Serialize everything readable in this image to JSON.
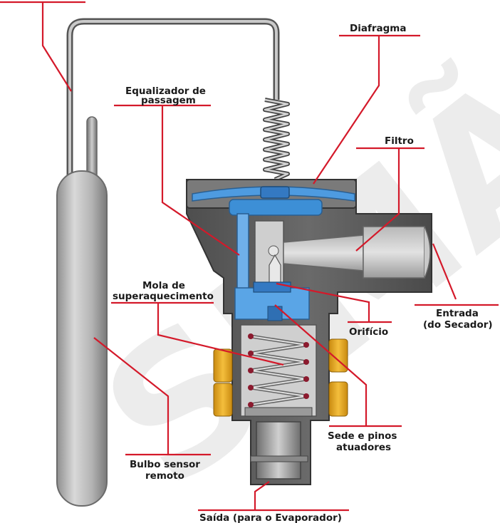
{
  "labels": {
    "diafragma": "Diafragma",
    "equalizador_line1": "Equalizador de",
    "equalizador_line2": "passagem",
    "filtro": "Filtro",
    "mola_line1": "Mola de",
    "mola_line2": "superaquecimento",
    "entrada_line1": "Entrada",
    "entrada_line2": "(do Secador)",
    "orificio": "Orifício",
    "sede_line1": "Sede e pinos",
    "sede_line2": "atuadores",
    "bulbo_line1": "Bulbo sensor",
    "bulbo_line2": "remoto",
    "saida": "Saída (para o Evaporador)"
  },
  "watermark": "SIMÃO",
  "colors": {
    "leader_line": "#d4192a",
    "body_dark": "#5b5b5b",
    "body_light": "#9a9a9a",
    "diaphragm_blue": "#3d8fd6",
    "spring_coil": "#c0c0c0",
    "spring_dots": "#8b1a2e",
    "brass": "#e8a41a"
  }
}
